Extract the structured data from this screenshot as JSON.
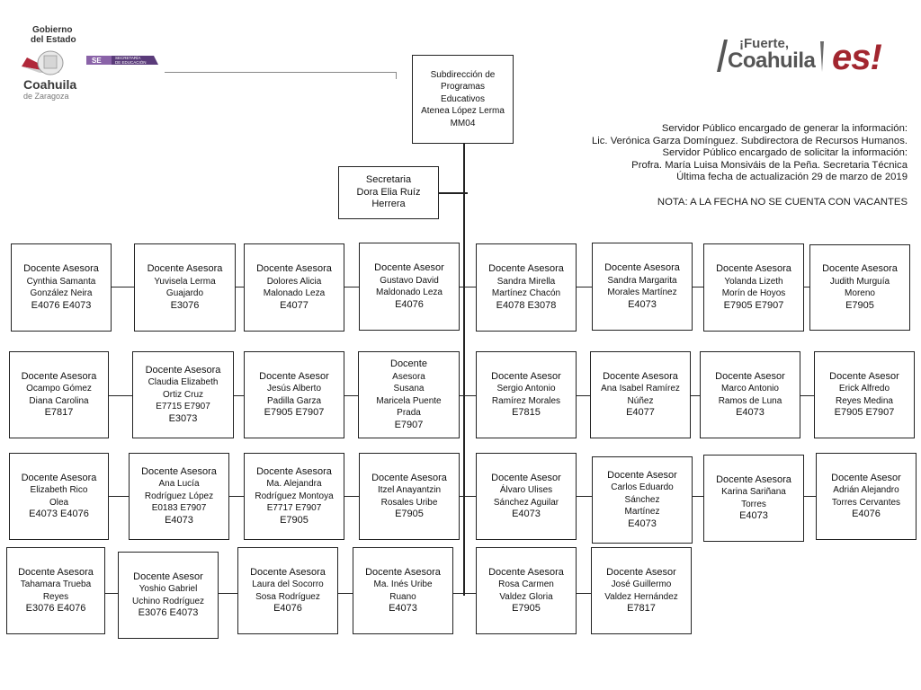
{
  "header": {
    "gov_logo": {
      "line1": "Gobierno",
      "line2": "del Estado",
      "state": "Coahuila",
      "region": "de Zaragoza",
      "badge": "SE",
      "badge_sub1": "SECRETARÍA",
      "badge_sub2": "DE EDUCACIÓN"
    },
    "brand_logo": {
      "line1": "¡Fuerte,",
      "line2": "Coahuila",
      "line3": "es!"
    }
  },
  "info": {
    "lines": [
      "Servidor Público encargado de generar la información:",
      "Lic. Verónica Garza Domínguez. Subdirectora de Recursos Humanos.",
      "Servidor Público encargado de solicitar la información:",
      "Profra. María Luisa Monsiváis de la Peña. Secretaria Técnica",
      "Última fecha de actualización 29 de marzo de 2019"
    ],
    "nota": "NOTA: A LA FECHA NO SE CUENTA CON VACANTES"
  },
  "head": {
    "lines": [
      "Subdirección de",
      "Programas",
      "Educativos",
      "Atenea López Lerma",
      "MM04"
    ]
  },
  "secretaria": {
    "lines": [
      "Secretaria",
      "Dora Elia Ruíz",
      "Herrera"
    ]
  },
  "rows": [
    [
      {
        "lines": [
          "Docente Asesora",
          "Cynthia Samanta",
          "González Neira",
          "E4076   E4073"
        ]
      },
      {
        "lines": [
          "Docente Asesora",
          "Yuvisela Lerma",
          "Guajardo",
          "E3076"
        ]
      },
      {
        "lines": [
          "Docente Asesora",
          "Dolores Alicia",
          "Malonado Leza",
          "E4077"
        ]
      },
      {
        "lines": [
          "Docente Asesor",
          "Gustavo David",
          "Maldonado Leza",
          "E4076"
        ]
      },
      {
        "lines": [
          "Docente Asesora",
          "Sandra Mirella",
          "Martínez Chacón",
          "E4078   E3078"
        ]
      },
      {
        "lines": [
          "Docente Asesora",
          "Sandra Margarita",
          "Morales Martínez",
          "E4073"
        ]
      },
      {
        "lines": [
          "Docente  Asesora",
          "Yolanda Lizeth",
          "Morín de Hoyos",
          "E7905   E7907"
        ]
      },
      {
        "lines": [
          "Docente Asesora",
          "Judith Murguía",
          "Moreno",
          "E7905"
        ]
      }
    ],
    [
      {
        "lines": [
          "Docente Asesora",
          "Ocampo Gómez",
          "Diana Carolina",
          "E7817"
        ]
      },
      {
        "lines": [
          "Docente Asesora",
          "Claudia Elizabeth",
          "Ortiz Cruz",
          "E7715   E7907",
          "E3073"
        ]
      },
      {
        "lines": [
          "Docente Asesor",
          "Jesús Alberto",
          "Padilla Garza",
          "E7905   E7907"
        ]
      },
      {
        "lines": [
          "Docente",
          "Asesora",
          "Susana",
          "Maricela Puente",
          "Prada",
          "E7907"
        ]
      },
      {
        "lines": [
          "Docente Asesor",
          "Sergio Antonio",
          "Ramírez Morales",
          "E7815"
        ]
      },
      {
        "lines": [
          "Docente Asesora",
          "Ana Isabel Ramírez",
          "Núñez",
          "E4077"
        ]
      },
      {
        "lines": [
          "Docente Asesor",
          "Marco Antonio",
          "Ramos de Luna",
          "E4073"
        ]
      },
      {
        "lines": [
          "Docente Asesor",
          "Erick Alfredo",
          "Reyes Medina",
          "E7905   E7907"
        ]
      }
    ],
    [
      {
        "lines": [
          "Docente Asesora",
          "Elizabeth Rico",
          "Olea",
          "E4073   E4076"
        ]
      },
      {
        "lines": [
          "Docente Asesora",
          "Ana Lucía",
          "Rodríguez López",
          "E0183   E7907",
          "E4073"
        ]
      },
      {
        "lines": [
          "Docente Asesora",
          "Ma. Alejandra",
          "Rodríguez Montoya",
          "E7717   E7907",
          "E7905"
        ]
      },
      {
        "lines": [
          "Docente Asesora",
          "Itzel Anayantzin",
          "Rosales Uribe",
          "E7905"
        ]
      },
      {
        "lines": [
          "Docente Asesor",
          "Álvaro Ulises",
          "Sánchez Aguilar",
          "E4073"
        ]
      },
      {
        "lines": [
          "Docente Asesor",
          "Carlos Eduardo",
          "Sánchez",
          "Martínez",
          "E4073"
        ]
      },
      {
        "lines": [
          "Docente Asesora",
          "Karina Sariñana",
          "Torres",
          "E4073"
        ]
      },
      {
        "lines": [
          "Docente Asesor",
          "Adrián Alejandro",
          "Torres Cervantes",
          "E4076"
        ]
      }
    ],
    [
      {
        "lines": [
          "Docente Asesora",
          "Tahamara Trueba",
          "Reyes",
          "E3076     E4076"
        ]
      },
      {
        "lines": [
          "Docente Asesor",
          "Yoshio Gabriel",
          "Uchino Rodríguez",
          "E3076   E4073"
        ]
      },
      {
        "lines": [
          "Docente Asesora",
          "Laura del Socorro",
          "Sosa Rodríguez",
          "E4076"
        ]
      },
      {
        "lines": [
          "Docente Asesora",
          "Ma. Inés Uribe",
          "Ruano",
          "E4073"
        ]
      },
      {
        "lines": [
          "Docente Asesora",
          "Rosa Carmen",
          "Valdez Gloria",
          "E7905"
        ]
      },
      {
        "lines": [
          "Docente Asesor",
          "José Guillermo",
          "Valdez Hernández",
          "E7817"
        ]
      }
    ]
  ]
}
